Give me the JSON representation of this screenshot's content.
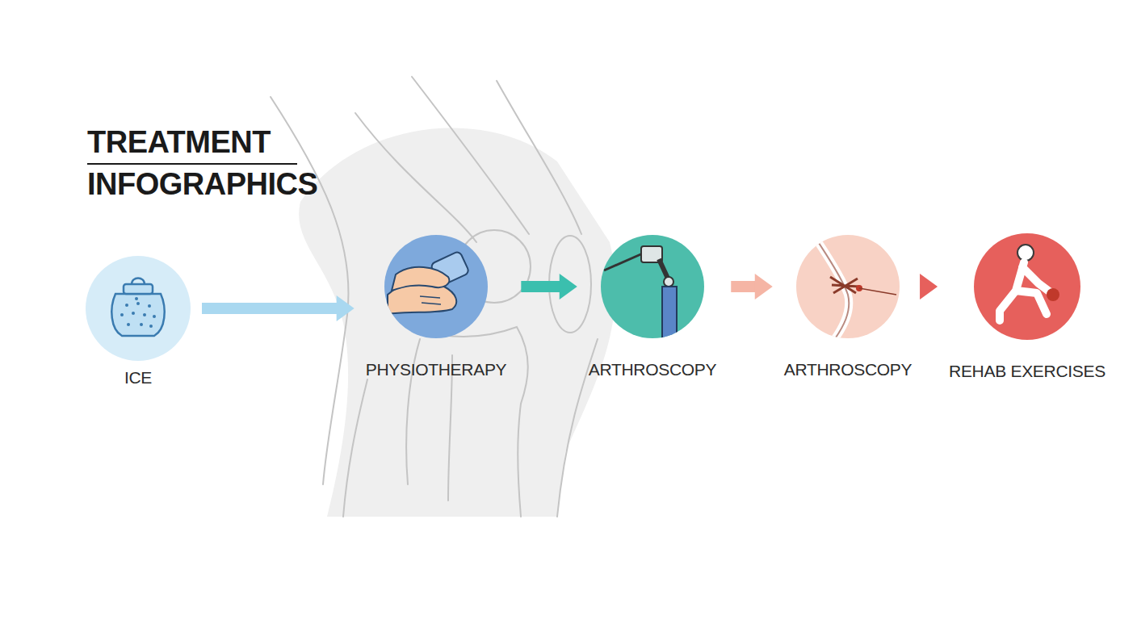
{
  "diagram": {
    "title": "TREATMENT INFOGRAPHICS",
    "nodes": [
      {
        "text": [
          "ICE"
        ]
      },
      {
        "text": [
          "PHYSIOTHERAPY"
        ]
      },
      {
        "text": [
          "ARTHROSCOPY"
        ]
      },
      {
        "text": [
          "ARTHROSCOPY"
        ]
      },
      {
        "text": [
          "REHAB EXERCISES"
        ]
      }
    ],
    "edges": [
      {
        "from": 0,
        "to": 1,
        "arrow": "to"
      },
      {
        "from": 1,
        "to": 2,
        "arrow": "to"
      },
      {
        "from": 2,
        "to": 3,
        "arrow": "to"
      },
      {
        "from": 3,
        "to": 4,
        "arrow": "to"
      }
    ]
  }
}
